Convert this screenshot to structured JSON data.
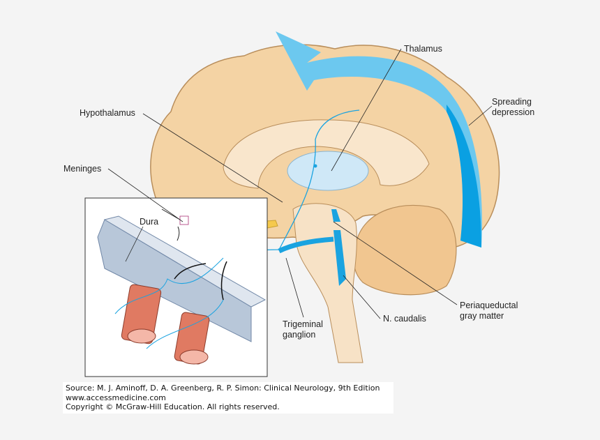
{
  "labels": {
    "thalamus": "Thalamus",
    "hypothalamus": "Hypothalamus",
    "meninges": "Meninges",
    "dura": "Dura",
    "spreading_depression": [
      "Spreading",
      "depression"
    ],
    "periaqueductal": [
      "Periaqueductal",
      "gray matter"
    ],
    "n_caudalis": "N. caudalis",
    "trigeminal_ganglion": [
      "Trigeminal",
      "ganglion"
    ]
  },
  "source": {
    "line1": "Source: M. J. Aminoff, D. A. Greenberg, R. P. Simon: Clinical Neurology, 9th Edition",
    "line2": "www.accessmedicine.com",
    "line3": "Copyright © McGraw-Hill Education.  All rights reserved."
  },
  "colors": {
    "brain": "#f4d3a4",
    "brain_inner": "#f9e6cc",
    "blue_arrow": "#6cc8ef",
    "nerve_blue": "#1aa3e0",
    "dura": "#b8c7d9",
    "vessel": "#e07a62"
  }
}
